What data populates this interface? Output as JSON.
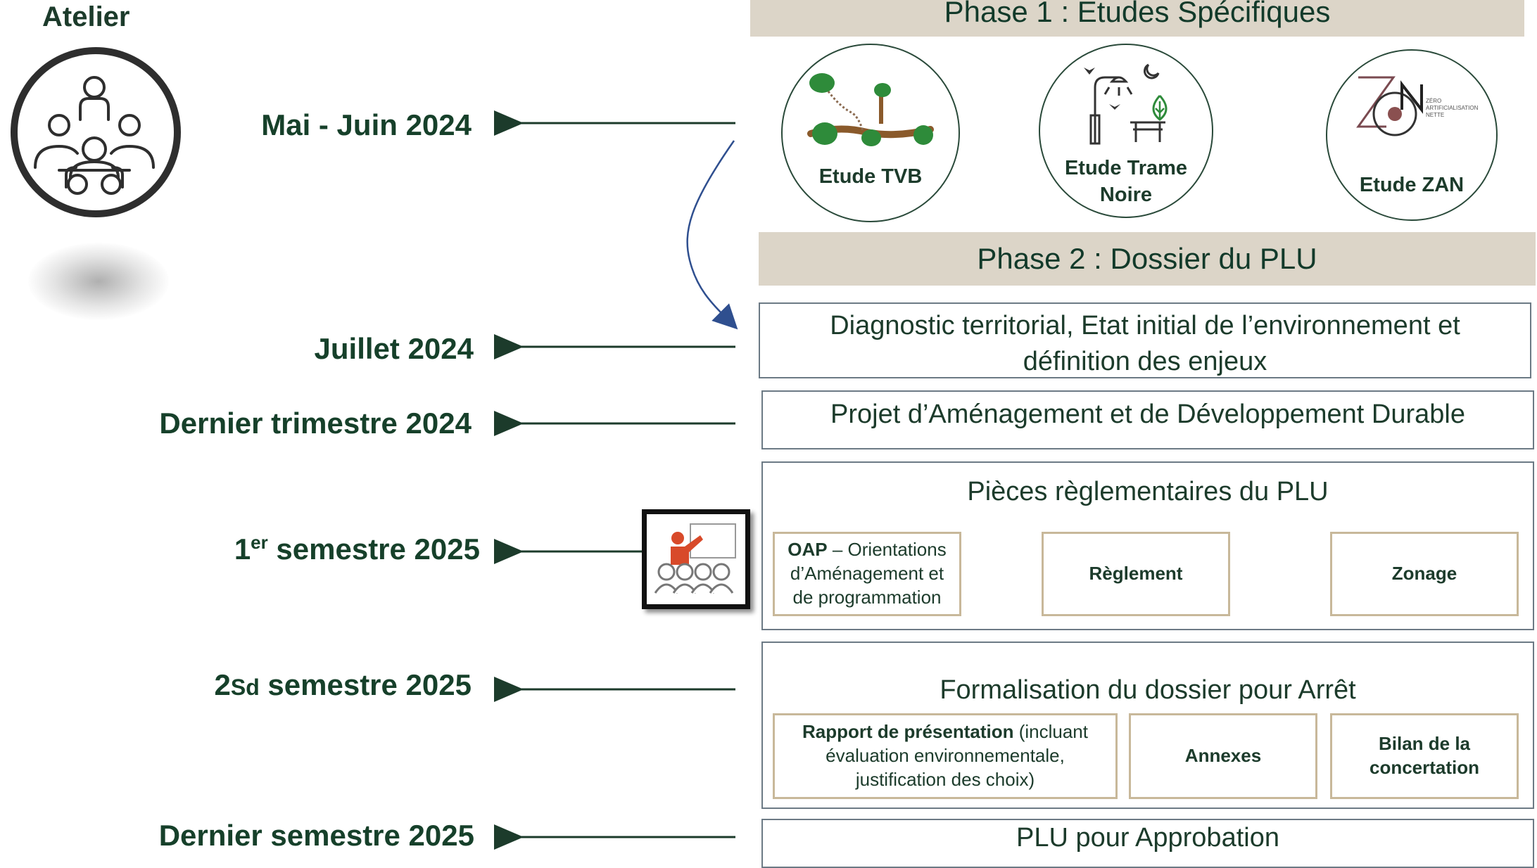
{
  "atelier": {
    "title": "Atelier",
    "icon": "meeting-people-icon"
  },
  "timeline": [
    {
      "id": "t1",
      "text": "Mai - Juin 2024"
    },
    {
      "id": "t2",
      "text": "Juillet 2024"
    },
    {
      "id": "t3",
      "text": "Dernier trimestre 2024"
    },
    {
      "id": "t4",
      "prefix": "1",
      "sup": "er",
      "rest": " semestre 2025"
    },
    {
      "id": "t5",
      "prefix": "2",
      "small": "Sd",
      "rest": " semestre 2025"
    },
    {
      "id": "t6",
      "text": "Dernier semestre 2025"
    }
  ],
  "phase1": {
    "title": "Phase 1 : Etudes Spécifiques",
    "studies": [
      {
        "label": "Etude TVB",
        "icon": "green-corridor-icon"
      },
      {
        "label_line1": "Etude Trame",
        "label_line2": "Noire",
        "icon": "streetlight-night-icon"
      },
      {
        "label": "Etude ZAN",
        "icon": "zan-logo",
        "logo_text": "ZÉRO ARTIFICIALISATION NETTE"
      }
    ]
  },
  "phase2": {
    "title": "Phase 2 : Dossier du PLU",
    "diagnostic": {
      "line1": "Diagnostic territorial, Etat initial de l’environnement et",
      "line2": "définition des enjeux"
    },
    "padd": "Projet d’Aménagement et de Développement Durable",
    "pieces": {
      "title": "Pièces règlementaires du PLU",
      "oap_bold": "OAP",
      "oap_rest1": " – Orientations",
      "oap_rest2": "d’Aménagement et",
      "oap_rest3": "de programmation",
      "reglement": "Règlement",
      "zonage": "Zonage"
    },
    "formalisation": {
      "title": "Formalisation du dossier pour Arrêt",
      "rapport_bold": "Rapport de présentation",
      "rapport_rest1": " (incluant",
      "rapport_rest2": "évaluation environnementale,",
      "rapport_rest3": "justification des choix)",
      "annexes": "Annexes",
      "bilan1": "Bilan de la",
      "bilan2": "concertation"
    },
    "approbation": "PLU pour Approbation"
  },
  "presenter_icon": "presentation-audience-icon",
  "colors": {
    "dark_green": "#16402a",
    "band": "#dcd5c8",
    "sub_border": "#c8b89a",
    "arrow_blue": "#2f4f8f"
  }
}
